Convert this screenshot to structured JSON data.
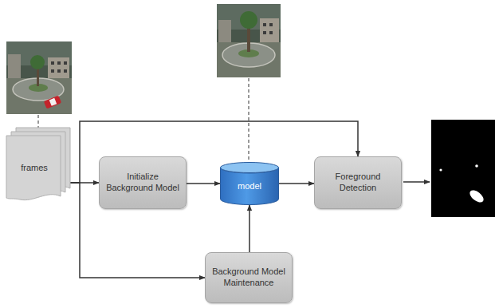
{
  "diagram": {
    "nodes": [
      {
        "text": [
          "frames"
        ]
      },
      {
        "text": [
          "Initialize Background Model"
        ]
      },
      {
        "text": [
          "model"
        ]
      },
      {
        "text": [
          "Foreground Detection"
        ]
      },
      {
        "text": [
          "Background Model Maintenance"
        ]
      }
    ],
    "edges": [
      {
        "from": 0,
        "to": 1,
        "arrow": "to"
      },
      {
        "from": 0,
        "to": 3,
        "arrow": "to"
      },
      {
        "from": 0,
        "to": 4,
        "arrow": "to"
      },
      {
        "from": 1,
        "to": 2,
        "arrow": "to"
      },
      {
        "from": 2,
        "to": 3,
        "arrow": "to"
      },
      {
        "from": 4,
        "to": 2,
        "arrow": "to"
      }
    ]
  }
}
